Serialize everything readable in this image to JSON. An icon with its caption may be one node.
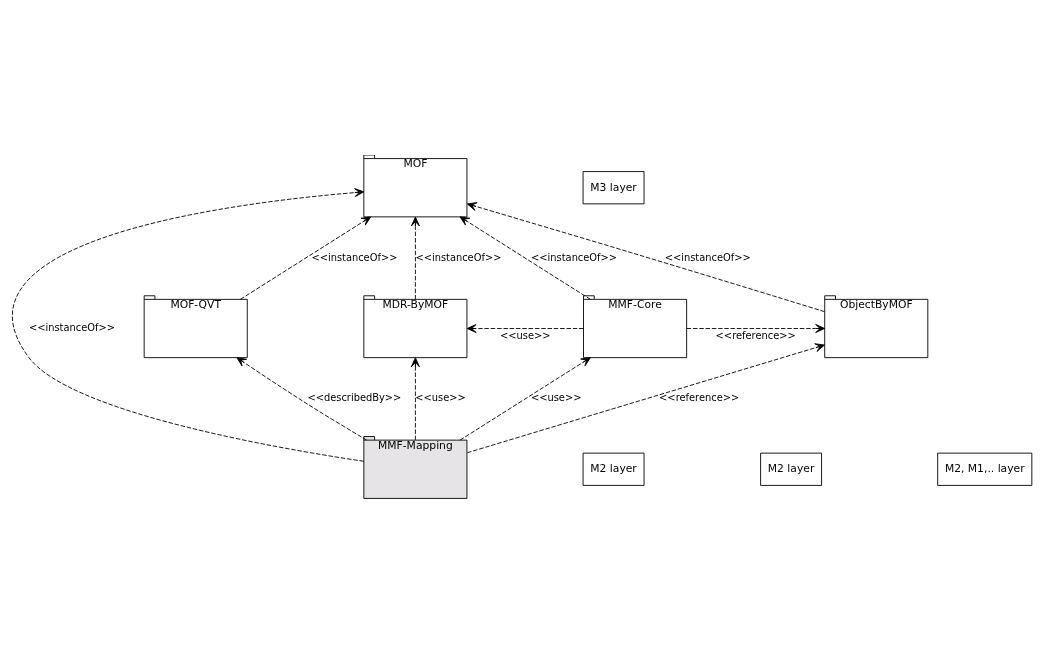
{
  "diagram": {
    "nodes": [
      {
        "text": [
          "MOF"
        ]
      },
      {
        "text": [
          "M3 layer"
        ]
      },
      {
        "text": [
          "MOF-QVT"
        ]
      },
      {
        "text": [
          "MDR-ByMOF"
        ]
      },
      {
        "text": [
          "MMF-Core"
        ]
      },
      {
        "text": [
          "ObjectByMOF"
        ]
      },
      {
        "text": [
          "MMF-Mapping"
        ]
      },
      {
        "text": [
          "M2 layer"
        ]
      },
      {
        "text": [
          "M2 layer"
        ]
      },
      {
        "text": [
          "M2, M1,.. layer"
        ]
      }
    ],
    "edges": [
      {
        "from": 2,
        "to": 0,
        "arrow": "to",
        "style": "dashed",
        "label": "<<instanceOf>>"
      },
      {
        "from": 3,
        "to": 0,
        "arrow": "to",
        "style": "dashed",
        "label": "<<instanceOf>>"
      },
      {
        "from": 4,
        "to": 0,
        "arrow": "to",
        "style": "dashed",
        "label": "<<instanceOf>>"
      },
      {
        "from": 6,
        "to": 0,
        "arrow": "to",
        "style": "dashed",
        "label": "<<instanceOf>>"
      },
      {
        "from": 5,
        "to": 0,
        "arrow": "to",
        "style": "dashed",
        "label": "<<instanceOf>>"
      },
      {
        "from": 4,
        "to": 3,
        "arrow": "to",
        "style": "dashed",
        "label": "<<use>>"
      },
      {
        "from": 4,
        "to": 5,
        "arrow": "to",
        "style": "dashed",
        "label": "<<reference>>"
      },
      {
        "from": 6,
        "to": 2,
        "arrow": "to",
        "style": "dashed",
        "label": "<<describedBy>>"
      },
      {
        "from": 6,
        "to": 3,
        "arrow": "to",
        "style": "dashed",
        "label": "<<use>>"
      },
      {
        "from": 6,
        "to": 4,
        "arrow": "to",
        "style": "dashed",
        "label": "<<use>>"
      },
      {
        "from": 6,
        "to": 5,
        "arrow": "to",
        "style": "dashed",
        "label": "<<reference>>"
      }
    ]
  }
}
